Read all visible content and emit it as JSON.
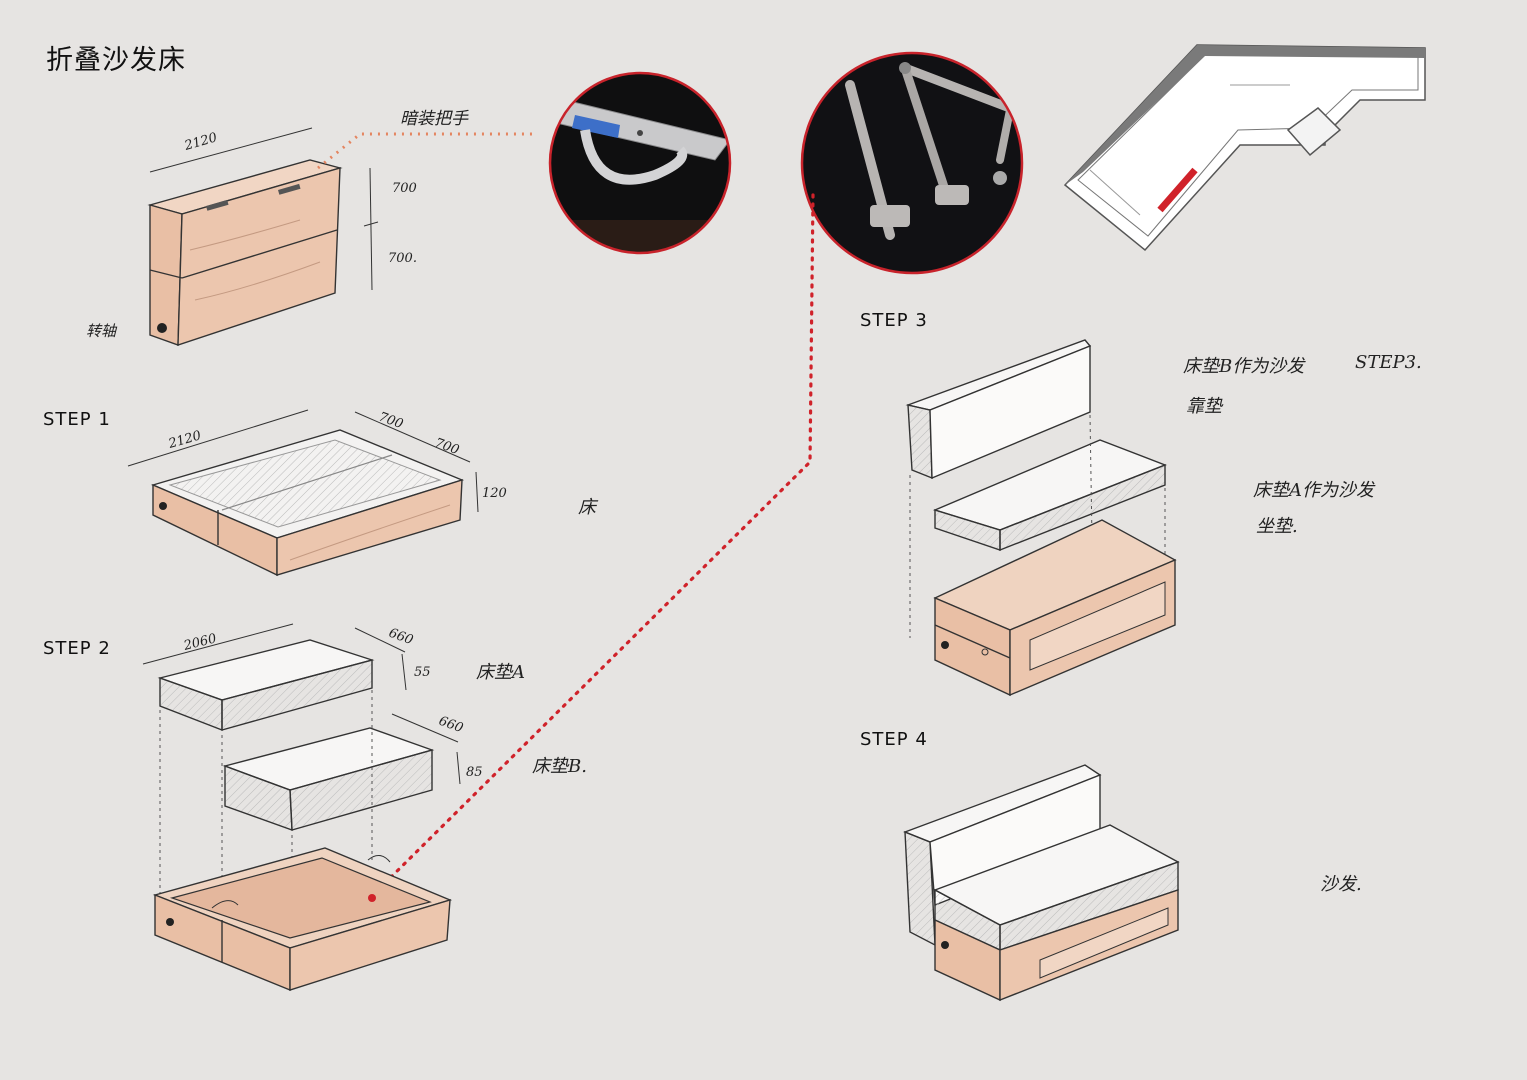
{
  "title": "折叠沙发床",
  "steps": {
    "step1": "STEP 1",
    "step2": "STEP 2",
    "step3": "STEP 3",
    "step4": "STEP 4"
  },
  "annotations": {
    "handle_label": "暗装把手",
    "hinge_label": "转轴",
    "bed": "床",
    "mattress_a": "床垫A",
    "mattress_b": "床垫B.",
    "step3_note_b": "床垫B作为沙发",
    "step3_note_b2": "靠垫",
    "step3_ref": "STEP3.",
    "step3_note_a": "床垫A作为沙发",
    "step3_note_a2": "坐垫.",
    "sofa": "沙发."
  },
  "dimensions": {
    "box_length": "2120",
    "box_h1": "700",
    "box_h2": "700.",
    "step1_length": "2120",
    "step1_w1": "700",
    "step1_w2": "700",
    "step1_h": "120",
    "mat_a_length": "2060",
    "mat_a_width": "660",
    "mat_a_thick": "55",
    "mat_b_width": "660",
    "mat_b_thick": "85"
  },
  "colors": {
    "wood": "#ecc6ae",
    "wood_line": "#c49a82",
    "cushion": "#f7f6f5",
    "accent_red": "#d0222a",
    "dot_orange": "#e48560",
    "photo_bg": "#111111"
  },
  "icons": {
    "handle_photo": "recessed-handle-photo",
    "hinge_photo": "folding-hinge-photo",
    "floor_plan": "floor-plan-icon"
  }
}
